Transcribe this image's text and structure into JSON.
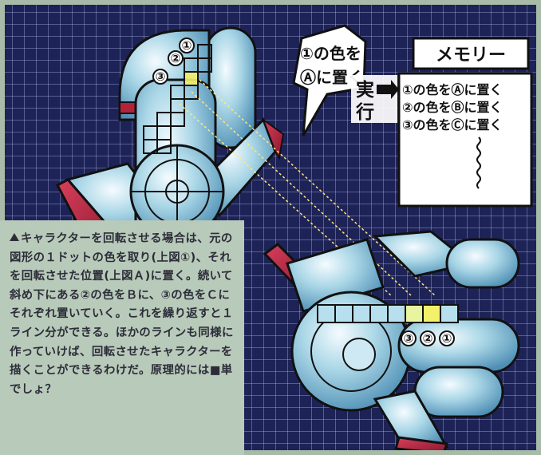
{
  "bubble": {
    "line1": "①の色を",
    "line2": "Ⓐに置く"
  },
  "memory": {
    "title": "メモリー",
    "exec_char1": "実",
    "exec_char2": "行",
    "lines": [
      "①の色をⒶに置く",
      "②の色をⒷに置く",
      "③の色をⒸに置く"
    ]
  },
  "labels_top": {
    "n1": "①",
    "n2": "②",
    "n3": "③"
  },
  "labels_bottom": {
    "n1": "③",
    "n2": "②",
    "n3": "①"
  },
  "caption": {
    "text": "キャラクターを回転させる場合は、元の図形の１ドットの色を取り(上図①)、それを回転させた位置(上図Ａ)に置く。続いて斜め下にある②の色をＢに、③の色をＣにそれぞれ置いていく。これを繰り返すと１ライン分ができる。ほかのラインも同様に作っていけば、回転させたキャラクターを描くことができるわけだ。原理的には■単でしょ？"
  },
  "colors": {
    "grid": "#1d2356",
    "caption_bg": "#b8cab9",
    "ship_body": "#a9d6e6",
    "ship_accent": "#b3233a"
  }
}
